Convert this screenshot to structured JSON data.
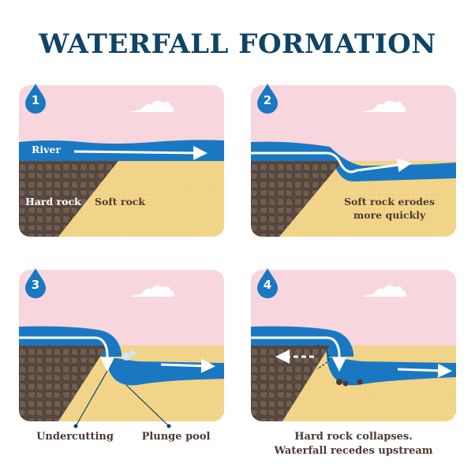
{
  "title": "WATERFALL FORMATION",
  "colors": {
    "title": "#0e4466",
    "sky": "#f7d6dd",
    "water": "#1a78c2",
    "hard_rock": "#5a4a40",
    "soft_rock": "#f2d489",
    "label_dark": "#4a3b33"
  },
  "panels": [
    {
      "step": "1",
      "labels": {
        "river": "River",
        "hard_rock": "Hard rock",
        "soft_rock": "Soft rock"
      }
    },
    {
      "step": "2",
      "labels": {
        "erosion": "Soft rock erodes",
        "erosion_line2": "more quickly"
      }
    },
    {
      "step": "3",
      "captions": {
        "undercutting": "Undercutting",
        "plunge_pool": "Plunge pool"
      }
    },
    {
      "step": "4",
      "captions": {
        "line1": "Hard rock collapses.",
        "line2": "Waterfall recedes upstream"
      }
    }
  ]
}
